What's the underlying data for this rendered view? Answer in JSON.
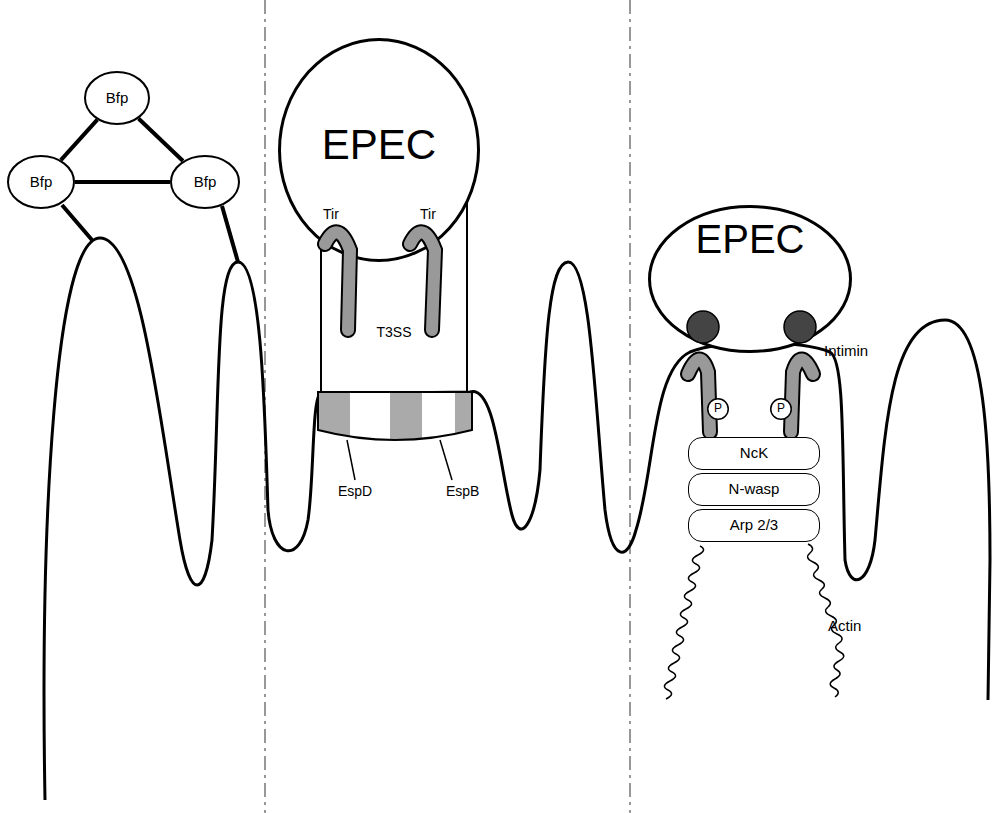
{
  "diagram": {
    "nodes": [
      {
        "text": [
          "Bfp"
        ]
      },
      {
        "text": [
          "Bfp"
        ]
      },
      {
        "text": [
          "Bfp"
        ]
      },
      {
        "text": [
          "EPEC"
        ]
      },
      {
        "text": [
          "T3SS"
        ]
      },
      {
        "text": [
          "EPEC"
        ]
      },
      {
        "text": [
          "P"
        ]
      },
      {
        "text": [
          "P"
        ]
      },
      {
        "text": [
          "NcK"
        ]
      },
      {
        "text": [
          "N-wasp"
        ]
      },
      {
        "text": [
          "Arp 2/3"
        ]
      }
    ],
    "edges": [
      {
        "from": 0,
        "to": 1,
        "arrow": "none"
      },
      {
        "from": 0,
        "to": 2,
        "arrow": "none"
      },
      {
        "from": 1,
        "to": 2,
        "arrow": "none"
      }
    ],
    "labels": [
      "Tir",
      "Tir",
      "EspD",
      "EspB",
      "Intimin",
      "Actin"
    ]
  }
}
